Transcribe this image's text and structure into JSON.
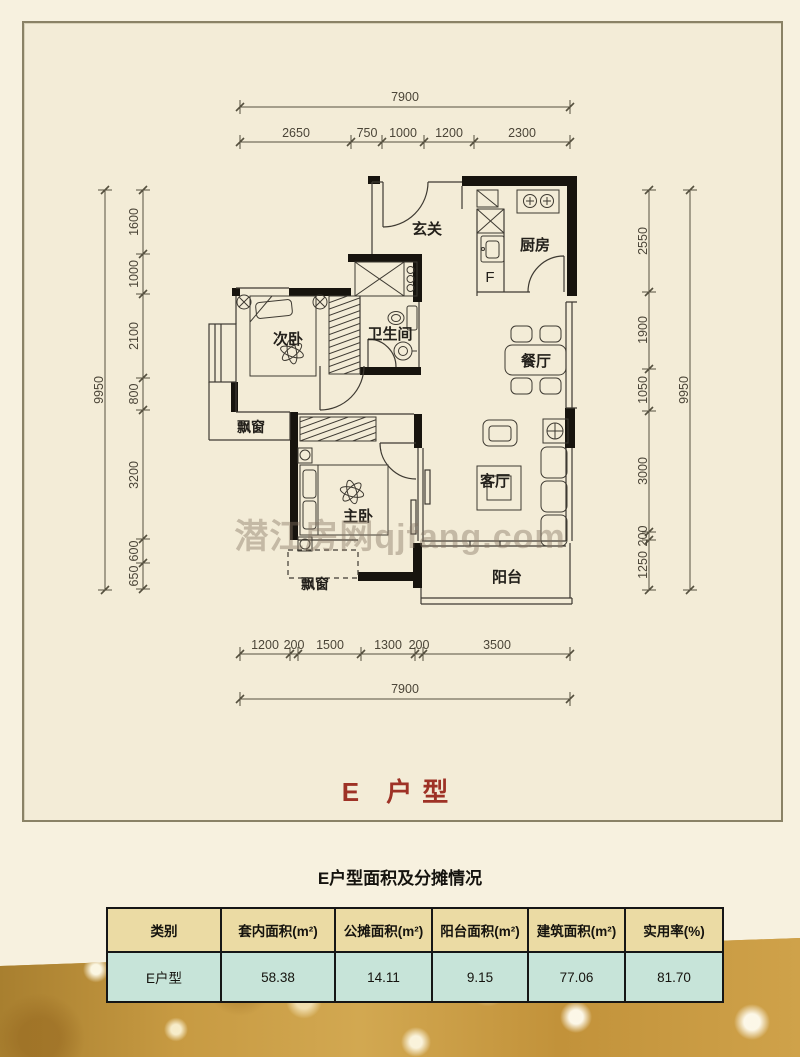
{
  "panel": {
    "title": "E 户型"
  },
  "watermark": "潜江房网qjfang.com",
  "rooms": {
    "entry": "玄关",
    "kitchen": "厨房",
    "second_bedroom": "次卧",
    "bathroom": "卫生间",
    "dining": "餐厅",
    "living": "客厅",
    "master_bedroom": "主卧",
    "balcony": "阳台",
    "bay_window_1": "飘窗",
    "bay_window_2": "飘窗",
    "unit_letter": "F"
  },
  "dims": {
    "top_total": "7900",
    "top_segments": [
      "2650",
      "750",
      "1000",
      "1200",
      "2300"
    ],
    "left_total": "9950",
    "left_segments": [
      "1600",
      "1000",
      "2100",
      "800",
      "3200",
      "600",
      "650"
    ],
    "right_total": "9950",
    "right_segments": [
      "2550",
      "1900",
      "1050",
      "3000",
      "200",
      "1250"
    ],
    "bottom_total": "7900",
    "bottom_segments": [
      "1200",
      "200",
      "1500",
      "1300",
      "200",
      "3500"
    ]
  },
  "table": {
    "title": "E户型面积及分摊情况",
    "headers": [
      "类别",
      "套内面积(m²)",
      "公摊面积(m²)",
      "阳台面积(m²)",
      "建筑面积(m²)",
      "实用率(%)"
    ],
    "row": [
      "E户型",
      "58.38",
      "14.11",
      "9.15",
      "77.06",
      "81.70"
    ]
  },
  "colors": {
    "accent_red": "#9e3226",
    "table_header_bg": "#ebdba4",
    "table_row_bg": "#c7e4d9",
    "gold_base": "#c0923a"
  }
}
